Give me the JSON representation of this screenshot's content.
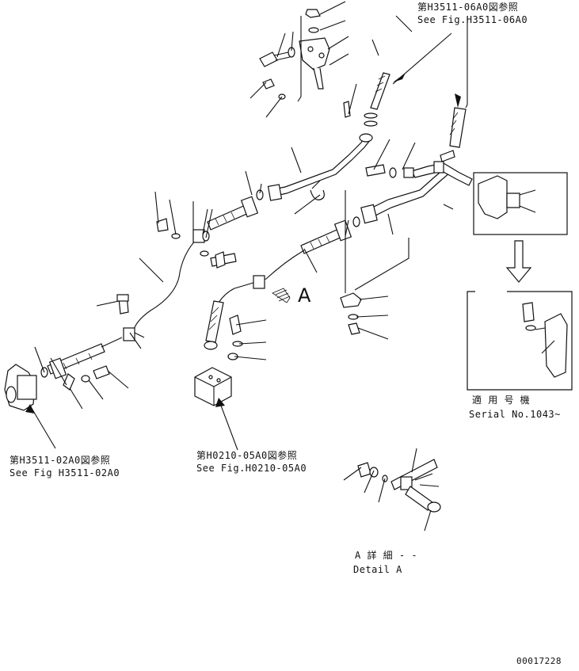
{
  "references": {
    "top_right": {
      "jp": "第H3511-06A0図参照",
      "en": "See Fig.H3511-06A0"
    },
    "bottom_left": {
      "jp": "第H3511-02A0図参照",
      "en": "See Fig H3511-02A0"
    },
    "bottom_mid": {
      "jp": "第H0210-05A0図参照",
      "en": "See Fig.H0210-05A0"
    }
  },
  "serial": {
    "jp": "適 用 号 機",
    "en": "Serial No.1043~"
  },
  "view_marker": "A",
  "detail": {
    "jp": "A 詳 細 - -",
    "en": "Detail A"
  },
  "drawing_number": "00017228"
}
